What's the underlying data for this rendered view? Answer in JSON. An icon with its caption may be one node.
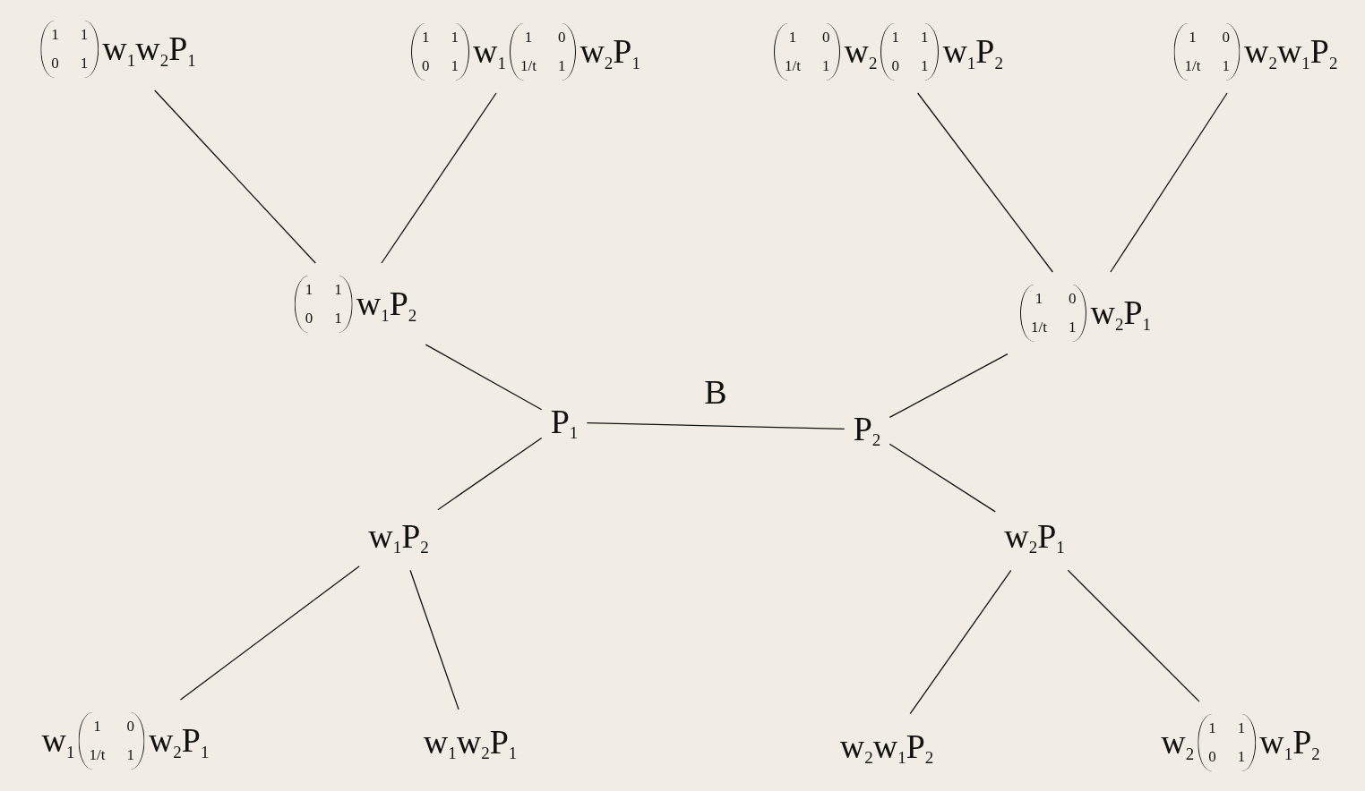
{
  "diagram": {
    "nodes": [
      {
        "text": [
          "1 1 0 1",
          "w$_{1}$w$_{2}$P$_{1}$"
        ]
      },
      {
        "text": [
          "1 1 0 1",
          "w$_{1}$",
          "1 0 1/t 1",
          "w$_{2}$P$_{1}$"
        ]
      },
      {
        "text": [
          "1 0 1/t 1",
          "w$_{2}$",
          "1 1 0 1",
          "w$_{1}$P$_{2}$"
        ]
      },
      {
        "text": [
          "1 0 1/t 1",
          "w$_{2}$w$_{1}$P$_{2}$"
        ]
      },
      {
        "text": [
          "1 1 0 1",
          "w$_{1}$P$_{2}$"
        ]
      },
      {
        "text": [
          "1 0 1/t 1",
          "w$_{2}$P$_{1}$"
        ]
      },
      {
        "text": [
          "P$_{1}$"
        ]
      },
      {
        "text": [
          "P$_{2}$"
        ]
      },
      {
        "text": [
          "w$_{1}$P$_{2}$"
        ]
      },
      {
        "text": [
          "w$_{2}$P$_{1}$"
        ]
      },
      {
        "text": [
          "w$_{1}$",
          "1 0 1/t 1",
          "w$_{2}$P$_{1}$"
        ]
      },
      {
        "text": [
          "w$_{1}$w$_{2}$P$_{1}$"
        ]
      },
      {
        "text": [
          "w$_{2}$w$_{1}$P$_{2}$"
        ]
      },
      {
        "text": [
          "w$_{2}$",
          "1 1 0 1",
          "w$_{1}$P$_{2}$"
        ]
      }
    ],
    "edges": [
      {
        "from": 4,
        "to": 0,
        "arrow": "none"
      },
      {
        "from": 4,
        "to": 1,
        "arrow": "none"
      },
      {
        "from": 5,
        "to": 2,
        "arrow": "none"
      },
      {
        "from": 5,
        "to": 3,
        "arrow": "none"
      },
      {
        "from": 6,
        "to": 4,
        "arrow": "none"
      },
      {
        "from": 6,
        "to": 8,
        "arrow": "none"
      },
      {
        "from": 6,
        "to": 7,
        "arrow": "none",
        "label": "B"
      },
      {
        "from": 7,
        "to": 5,
        "arrow": "none"
      },
      {
        "from": 7,
        "to": 9,
        "arrow": "none"
      },
      {
        "from": 8,
        "to": 10,
        "arrow": "none"
      },
      {
        "from": 8,
        "to": 11,
        "arrow": "none"
      },
      {
        "from": 9,
        "to": 12,
        "arrow": "none"
      },
      {
        "from": 9,
        "to": 13,
        "arrow": "none"
      }
    ]
  }
}
